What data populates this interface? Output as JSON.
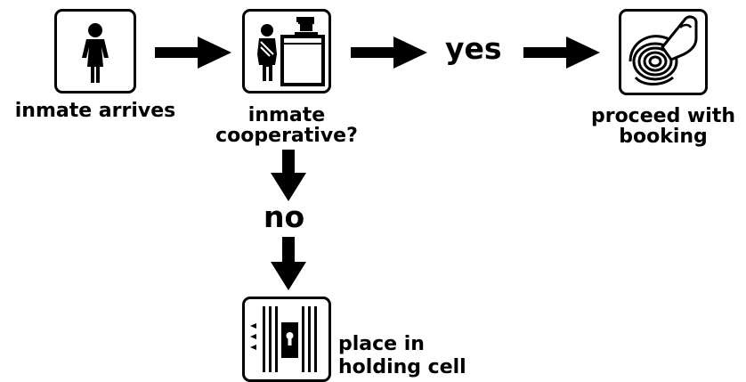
{
  "steps": {
    "arrives": {
      "label": "inmate arrives",
      "icon": "person-icon"
    },
    "cooperative": {
      "label_line1": "inmate",
      "label_line2": "cooperative?",
      "icon": "officer-desk-icon"
    },
    "booking": {
      "label_line1": "proceed with",
      "label_line2": "booking",
      "icon": "fingerprint-icon"
    },
    "holding": {
      "label_line1": "place in",
      "label_line2": "holding cell",
      "icon": "cell-door-icon"
    }
  },
  "branches": {
    "yes": "yes",
    "no": "no"
  },
  "colors": {
    "ink": "#000000",
    "background": "#ffffff"
  }
}
